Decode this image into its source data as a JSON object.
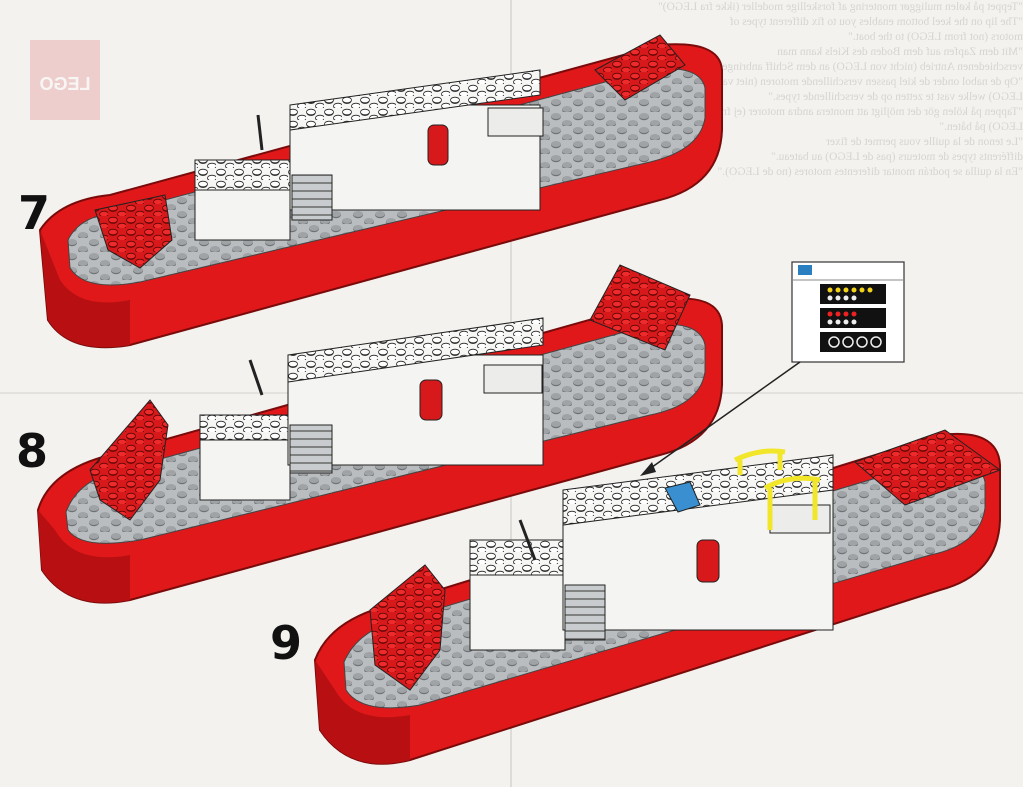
{
  "steps": [
    {
      "number": "7"
    },
    {
      "number": "8"
    },
    {
      "number": "9"
    }
  ],
  "watermark_text": [
    "\"Teppet på kølen muliggør montering af forskellige modeller (ikke fra LEGO)\"",
    "\"The lip on the keel bottom enables you to fix different types of",
    "motors (not from LEGO) to the boat.\"",
    "\"Mit dem Zapfen auf dem Boden des Kiels kann man",
    "verschiedenen Antrieb (nicht von LEGO) an dem Schiff anbringen.\"",
    "\"Op de nabol onder de kiel passen verschillende motoren (niet van",
    "LEGO) welke vast te zetten op de verschillende types.\"",
    "\"Tappen på kölen gör det möjligt att montera andra motorer (ej från",
    "LEGO) på båten.\"",
    "\"Le tenon de la quille vous permet de fixer",
    "différents types de moteurs (pas de LEGO) au bateau.\"",
    "\"En la quilla se podrán montar diferentes motores (no de LEGO).\""
  ],
  "logo_text": "LEGO",
  "colors": {
    "hull_red": "#e0181a",
    "deck_gray": "#b9bdbf",
    "stud_gray": "#6b6f72",
    "white_brick": "#f7f7f5",
    "yellow_rail": "#f2e62a",
    "blue_tile": "#3a8fd0"
  },
  "icons": [
    "control-panel-icon",
    "callout-arrow-icon"
  ]
}
